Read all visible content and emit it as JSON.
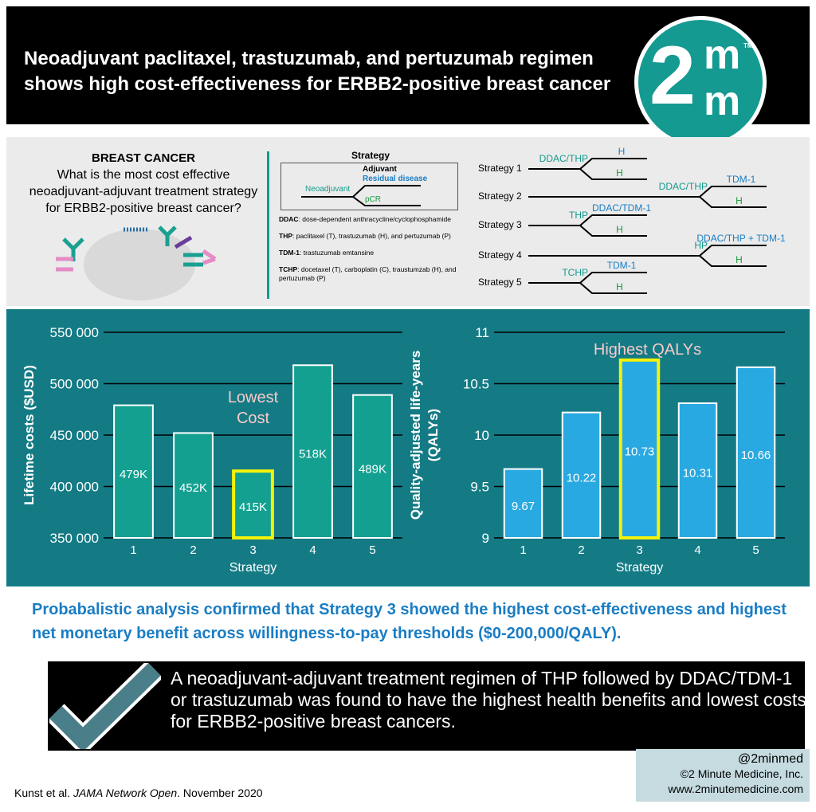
{
  "header": {
    "title_line1": "Neoadjuvant paclitaxel, trastuzumab, and pertuzumab regimen",
    "title_line2": "shows high cost-effectiveness for ERBB2-positive breast cancer",
    "logo_text": "2m m",
    "logo_tm": "TM"
  },
  "question": {
    "heading": "BREAST CANCER",
    "text": "What is the most cost effective neoadjuvant-adjuvant treatment strategy for ERBB2-positive breast cancer?"
  },
  "legend": {
    "title": "Strategy",
    "adjuvant": "Adjuvant",
    "residual": "Residual disease",
    "neoadjuvant": "Neoadjuvant",
    "pcr": "pCR",
    "defs": [
      {
        "term": "DDAC",
        "def": ": dose-dependent anthracycline/cyclophosphamide"
      },
      {
        "term": "THP",
        "def": ": paclitaxel (T), trastuzumab (H), and pertuzumab (P)"
      },
      {
        "term": "TDM-1",
        "def": ": trastuzumab emtansine"
      },
      {
        "term": "TCHP",
        "def": ": docetaxel (T), carboplatin (C), traustumzab (H), and pertuzumab (P)"
      }
    ]
  },
  "strategies": [
    {
      "label": "Strategy 1",
      "neo": "DDAC/THP",
      "res": "H",
      "pcr": "H"
    },
    {
      "label": "Strategy 2",
      "neo": "DDAC/THP",
      "res": "TDM-1",
      "pcr": "H"
    },
    {
      "label": "Strategy 3",
      "neo": "THP",
      "res": "DDAC/TDM-1",
      "pcr": "H"
    },
    {
      "label": "Strategy 4",
      "neo": "HP",
      "res": "DDAC/THP + TDM-1",
      "pcr": "H"
    },
    {
      "label": "Strategy 5",
      "neo": "TCHP",
      "res": "TDM-1",
      "pcr": "H"
    }
  ],
  "colors": {
    "cost_bar": "#13a091",
    "qaly_bar": "#29a9e1",
    "highlight": "#f5f20a",
    "teal_bg": "#147b85"
  },
  "chart_data": [
    {
      "type": "bar",
      "title": "",
      "xlabel": "Strategy",
      "ylabel": "Lifetime costs ($USD)",
      "categories": [
        "1",
        "2",
        "3",
        "4",
        "5"
      ],
      "values": [
        479000,
        452000,
        415000,
        518000,
        489000
      ],
      "data_labels": [
        "479K",
        "452K",
        "415K",
        "518K",
        "489K"
      ],
      "ylim": [
        350000,
        550000
      ],
      "yticks": [
        "350 000",
        "400 000",
        "450 000",
        "500 000",
        "550 000"
      ],
      "highlight_index": 2,
      "annotation": "Lowest Cost",
      "grid": true
    },
    {
      "type": "bar",
      "title": "",
      "xlabel": "Strategy",
      "ylabel": "Quality-adjusted life-years (QALYs)",
      "categories": [
        "1",
        "2",
        "3",
        "4",
        "5"
      ],
      "values": [
        9.67,
        10.22,
        10.73,
        10.31,
        10.66
      ],
      "data_labels": [
        "9.67",
        "10.22",
        "10.73",
        "10.31",
        "10.66"
      ],
      "ylim": [
        9,
        11
      ],
      "yticks": [
        "9",
        "9.5",
        "10",
        "10.5",
        "11"
      ],
      "highlight_index": 2,
      "annotation": "Highest QALYs",
      "grid": true
    }
  ],
  "summary": "Probabalistic analysis confirmed that Strategy 3 showed the highest cost-effectiveness and highest net monetary benefit across willingness-to-pay thresholds ($0-200,000/QALY).",
  "conclusion": "A neoadjuvant-adjuvant treatment regimen of THP followed by DDAC/TDM-1 or trastuzumab was found to have the highest health benefits and lowest costs for ERBB2-positive breast cancers.",
  "credit": {
    "handle": "@2minmed",
    "company": "©2 Minute Medicine, Inc.",
    "site": "www.2minutemedicine.com"
  },
  "citation": {
    "authors": "Kunst et al. ",
    "journal": "JAMA Network Open",
    "date": ". November 2020"
  }
}
